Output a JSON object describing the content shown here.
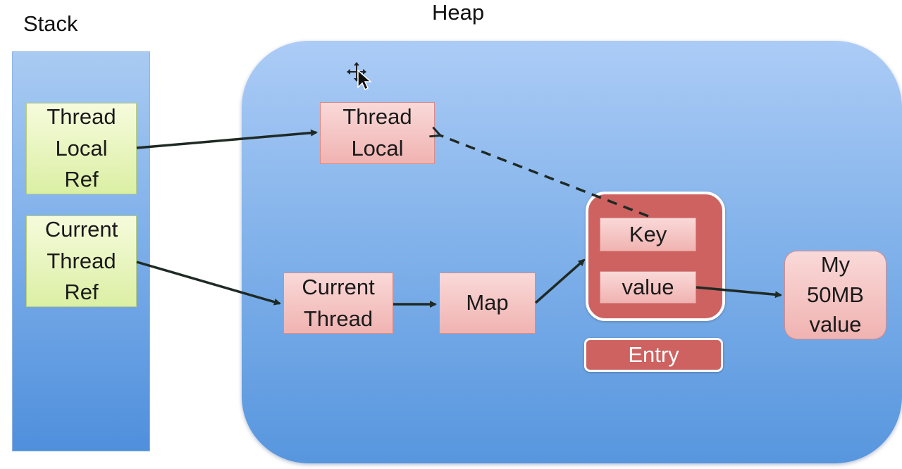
{
  "titles": {
    "stack": "Stack",
    "heap": "Heap"
  },
  "stack": {
    "thread_local_ref": "Thread\nLocal\nRef",
    "current_thread_ref": "Current\nThread\nRef"
  },
  "heap": {
    "thread_local": "Thread\nLocal",
    "current_thread": "Current\nThread",
    "map": "Map",
    "my_value": "My\n50MB\nvalue",
    "entry": {
      "key": "Key",
      "value": "value",
      "label": "Entry"
    }
  },
  "colors": {
    "stack_fill": "#7fb0ea",
    "heap_fill": "#88b6ec",
    "ref_box": "#dbefa4",
    "object_box": "#f0b3b1",
    "entry_box": "#cd6260",
    "arrow": "#1f2a24"
  }
}
